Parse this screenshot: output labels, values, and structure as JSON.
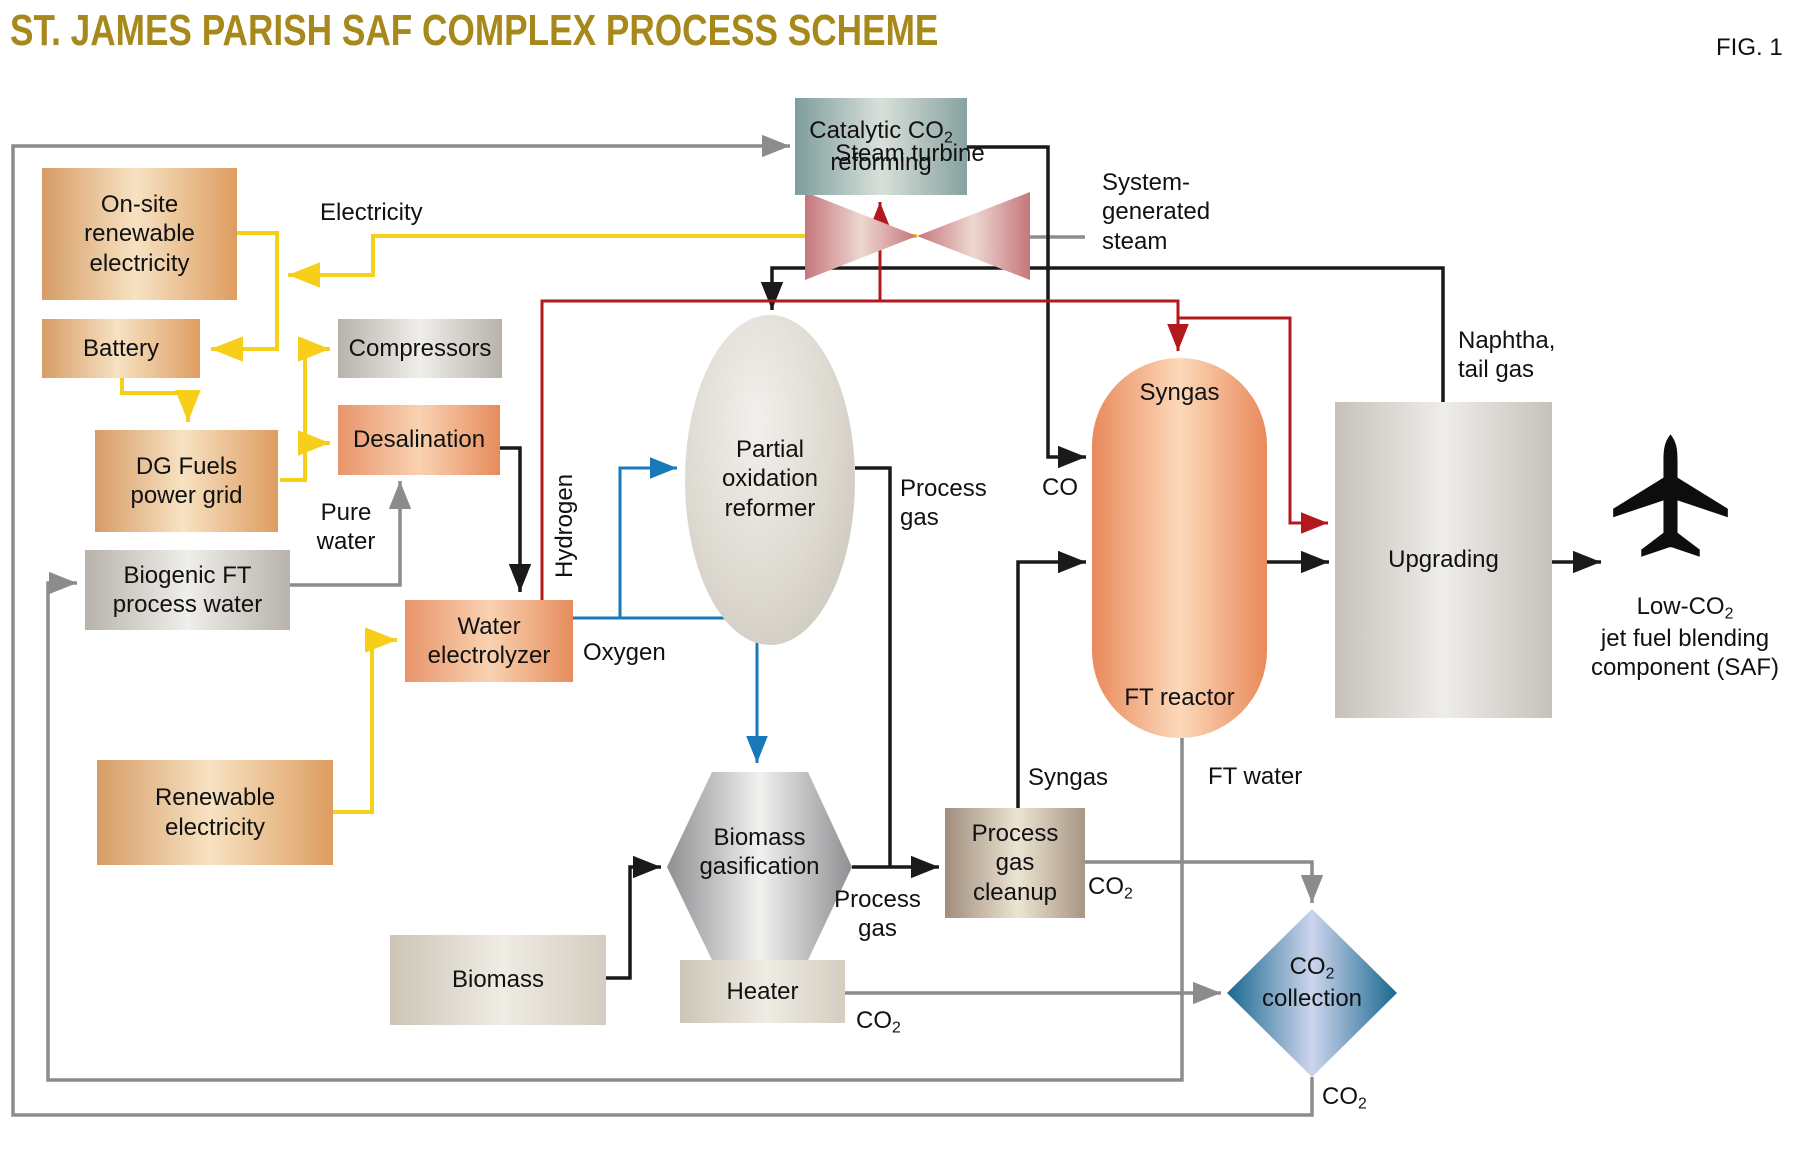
{
  "title": "ST. JAMES PARISH SAF COMPLEX PROCESS SCHEME",
  "fig_label": "FIG. 1",
  "nodes": {
    "onsite": {
      "line1": "On-site",
      "line2": "renewable",
      "line3": "electricity"
    },
    "battery": {
      "label": "Battery"
    },
    "dg_fuels": {
      "line1": "DG Fuels",
      "line2": "power grid"
    },
    "biogenic": {
      "line1": "Biogenic FT",
      "line2": "process water"
    },
    "renewable": {
      "line1": "Renewable",
      "line2": "electricity"
    },
    "compressors": {
      "label": "Compressors"
    },
    "desalination": {
      "label": "Desalination"
    },
    "electrolyzer": {
      "line1": "Water",
      "line2": "electrolyzer"
    },
    "biomass": {
      "label": "Biomass"
    },
    "heater": {
      "label": "Heater"
    },
    "gasification": {
      "line1": "Biomass",
      "line2": "gasification"
    },
    "reformer": {
      "line1": "Partial",
      "line2": "oxidation",
      "line3": "reformer"
    },
    "catalytic": {
      "line1_base": "Catalytic CO",
      "line1_sub": "2",
      "line2": "reforming"
    },
    "cleanup": {
      "line1": "Process",
      "line2": "gas",
      "line3": "cleanup"
    },
    "ft_reactor": {
      "top_label": "Syngas",
      "bottom_label": "FT reactor"
    },
    "upgrading": {
      "label": "Upgrading"
    },
    "co2_collection": {
      "line1_base": "CO",
      "line1_sub": "2",
      "line2": "collection"
    },
    "steam_turbine": {
      "label": "Steam turbine"
    }
  },
  "stream_labels": {
    "electricity": "Electricity",
    "system_steam": {
      "line1": "System-",
      "line2": "generated",
      "line3": "steam"
    },
    "pure_water": {
      "line1": "Pure",
      "line2": "water"
    },
    "hydrogen": "Hydrogen",
    "oxygen": "Oxygen",
    "process_gas_reformer": {
      "line1": "Process",
      "line2": "gas"
    },
    "process_gas_gasifier": {
      "line1": "Process",
      "line2": "gas"
    },
    "co": "CO",
    "syngas": "Syngas",
    "ft_water": "FT water",
    "naphtha": {
      "line1": "Naphtha,",
      "line2": "tail gas"
    },
    "co2_heater": {
      "base": "CO",
      "sub": "2"
    },
    "co2_cleanup": {
      "base": "CO",
      "sub": "2"
    },
    "co2_collection_out": {
      "base": "CO",
      "sub": "2"
    },
    "saf": {
      "line1_base": "Low-CO",
      "line1_sub": "2",
      "line2": "jet fuel blending",
      "line3": "component (SAF)"
    }
  },
  "colors": {
    "title_gold": "#a7881b",
    "electricity_yellow": "#f7cf1b",
    "hydrogen_red": "#b2181e",
    "oxygen_blue": "#1878b8",
    "water_co2_gray": "#8c8c8c",
    "process_black": "#1a1a1a",
    "catalytic_teal": "#7d9d9d",
    "reactor_orange": "#e9895a",
    "collection_blue": "#19688f"
  }
}
